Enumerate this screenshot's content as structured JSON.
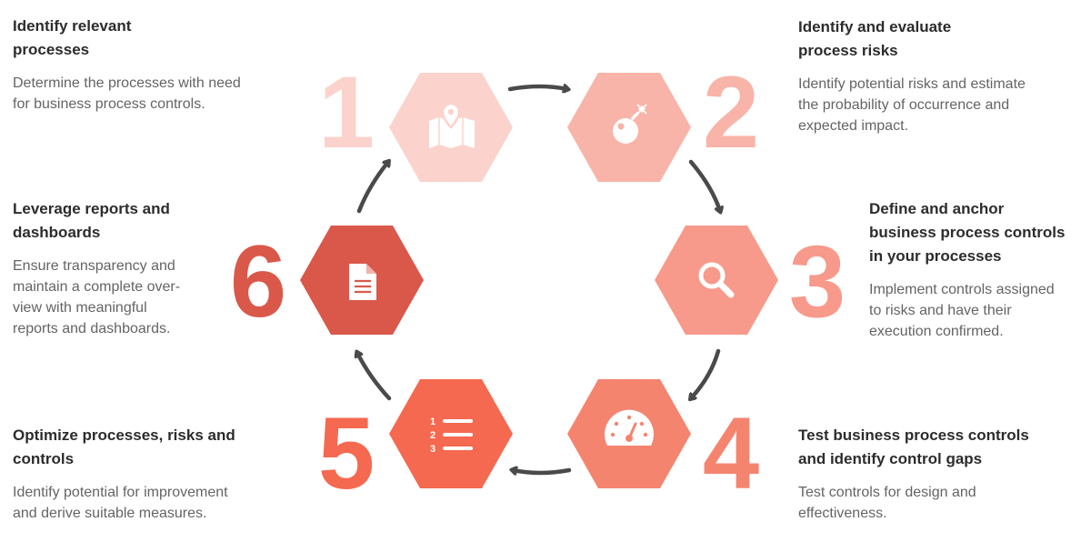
{
  "steps": [
    {
      "number": "1",
      "title": "Identify relevant\nprocesses",
      "description": "Determine the processes with need\nfor business process controls.",
      "icon": "map-pin-icon",
      "color": "#fbd3cc",
      "number_color": "#fbd3cc"
    },
    {
      "number": "2",
      "title": "Identify and evaluate\nprocess risks",
      "description": "Identify potential risks and estimate\nthe probability of occurrence and\nexpected impact.",
      "icon": "bomb-icon",
      "color": "#f8b4a8",
      "number_color": "#f8b4a8"
    },
    {
      "number": "3",
      "title": "Define and anchor\nbusiness process controls\nin your processes",
      "description": "Implement controls assigned\nto risks and have their\nexecution confirmed.",
      "icon": "magnifier-icon",
      "color": "#f79a8b",
      "number_color": "#f79a8b"
    },
    {
      "number": "4",
      "title": "Test business process controls\nand identify control gaps",
      "description": "Test controls for design and\neffectiveness.",
      "icon": "gauge-icon",
      "color": "#f5846f",
      "number_color": "#f5846f"
    },
    {
      "number": "5",
      "title": "Optimize processes, risks and\ncontrols",
      "description": "Identify potential for improvement\nand derive suitable measures.",
      "icon": "numbered-list-icon",
      "color": "#f4694f",
      "number_color": "#f4694f"
    },
    {
      "number": "6",
      "title": "Leverage reports and\ndashboards",
      "description": "Ensure transparency and\nmaintain a complete over-\nview with meaningful\nreports and dashboards.",
      "icon": "document-icon",
      "color": "#d9584a",
      "number_color": "#d9584a"
    }
  ],
  "arrow_color": "#4a4a4a"
}
